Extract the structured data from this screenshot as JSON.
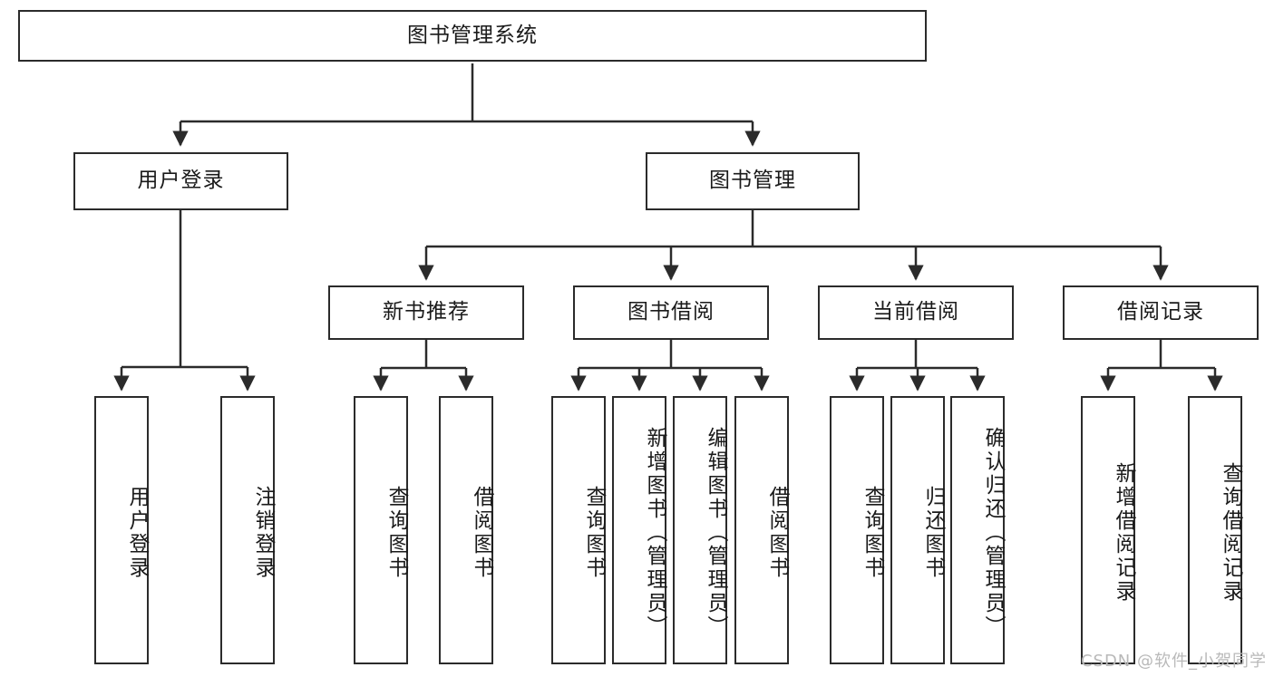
{
  "diagram": {
    "title": "图书管理系统",
    "type": "hierarchy-tree",
    "root": {
      "label": "图书管理系统"
    },
    "level2": [
      {
        "label": "用户登录"
      },
      {
        "label": "图书管理"
      }
    ],
    "level3": [
      {
        "label": "新书推荐"
      },
      {
        "label": "图书借阅"
      },
      {
        "label": "当前借阅"
      },
      {
        "label": "借阅记录"
      }
    ],
    "leaves": {
      "user_login": [
        {
          "label": "用户登录"
        },
        {
          "label": "注销登录"
        }
      ],
      "new_book_recommend": [
        {
          "label": "查询图书"
        },
        {
          "label": "借阅图书"
        }
      ],
      "book_borrow": [
        {
          "label": "查询图书"
        },
        {
          "label": "新增图书（管理员）"
        },
        {
          "label": "编辑图书（管理员）"
        },
        {
          "label": "借阅图书"
        }
      ],
      "current_borrow": [
        {
          "label": "查询图书"
        },
        {
          "label": "归还图书"
        },
        {
          "label": "确认归还（管理员）"
        }
      ],
      "borrow_record": [
        {
          "label": "新增借阅记录"
        },
        {
          "label": "查询借阅记录"
        }
      ]
    }
  },
  "watermark": {
    "text": "CSDN @软件_小贺同学"
  },
  "colors": {
    "border": "#2b2b2b",
    "text": "#1a1a1a",
    "background": "#ffffff",
    "watermark": "#b9b9b9"
  }
}
